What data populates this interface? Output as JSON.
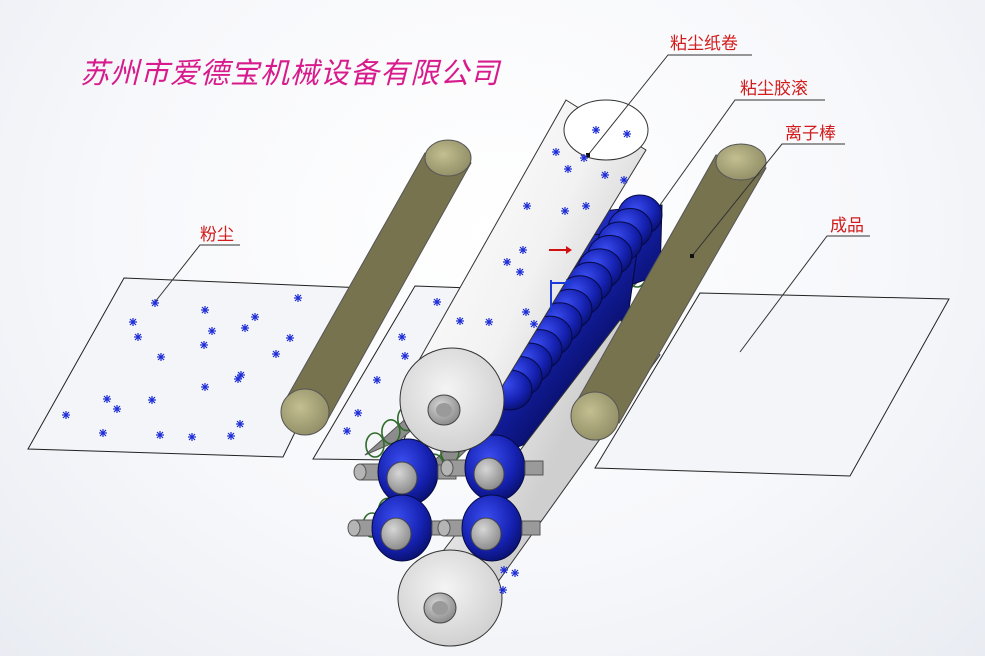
{
  "company_name": "苏州市爱德宝机械设备有限公司",
  "labels": {
    "paper_roll": "粘尘纸卷",
    "rubber_roller": "粘尘胶滚",
    "ion_bar": "离子棒",
    "finished": "成品",
    "dust": "粉尘"
  },
  "colors": {
    "company_text": "#d81b8c",
    "label_text": "#d21b1b",
    "dust_marks": "#1a2bd6",
    "rubber_roller": "#1a22b8",
    "ion_bar": "#a9a57c",
    "paper_roll": "#f4f4f4",
    "leader_line": "#333333"
  }
}
